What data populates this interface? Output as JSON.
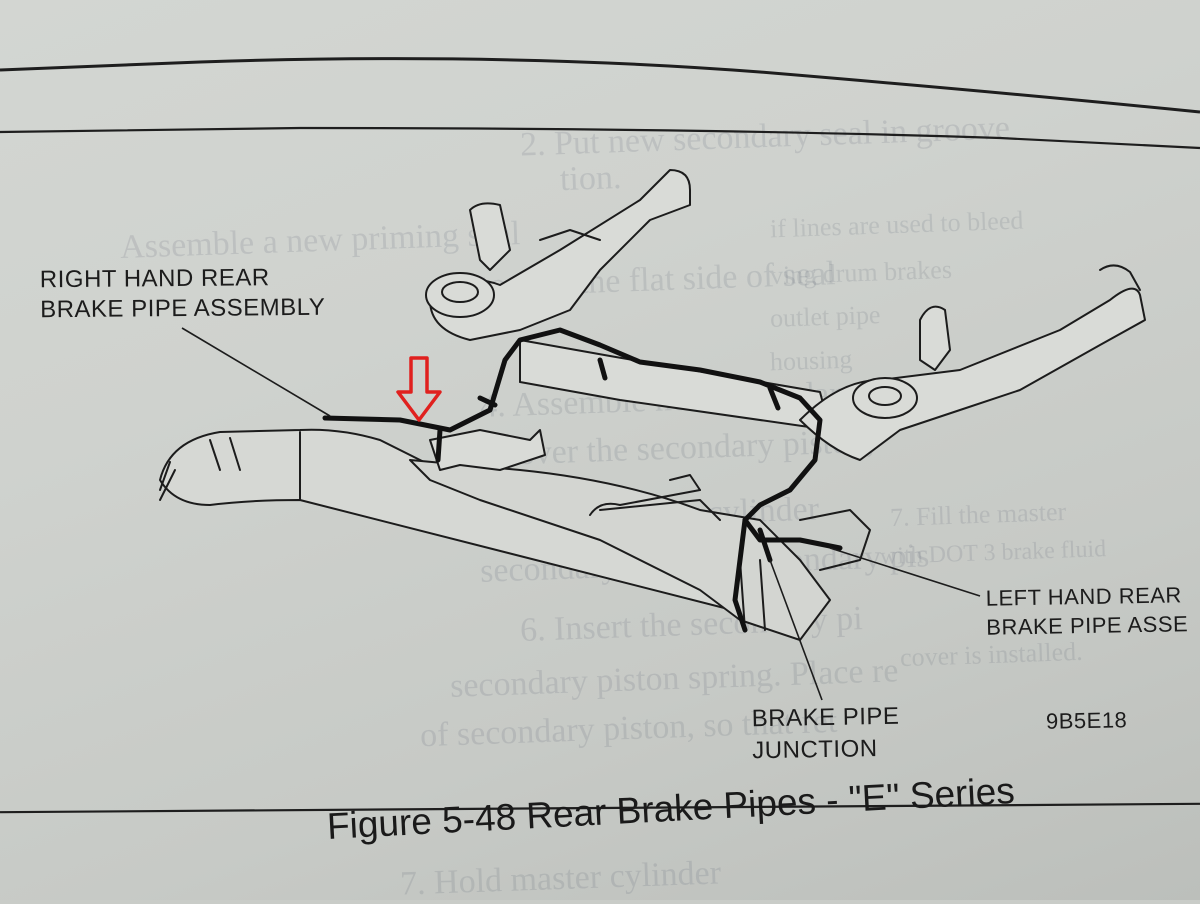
{
  "labels": {
    "right_hand": [
      "RIGHT HAND REAR",
      "BRAKE PIPE ASSEMBLY"
    ],
    "left_hand": [
      "LEFT HAND REAR",
      "BRAKE PIPE ASSE"
    ],
    "junction": [
      "BRAKE PIPE",
      "JUNCTION"
    ],
    "figure_code": "9B5E18"
  },
  "caption": "Figure 5-48 Rear Brake Pipes - \"E\" Series",
  "show_through": [
    "2. Put new secondary seal in groove",
    "tion.",
    "Assemble a new priming seal",
    "piston, so the flat side of seal",
    "4. Assemble new secondary seals",
    "and over the secondary piston,",
    "5. Gear master cylinder",
    "secondary seals on secondary pis",
    "6. Insert the secondary pi",
    "secondary piston spring. Place re",
    "of secondary piston, so that ret",
    "7. Hold master cylinder",
    "if lines are used to bleed",
    "ving drum brakes",
    "outlet pipe",
    "housing",
    "7. Fill the master",
    "with DOT 3 brake fluid",
    "cover is installed."
  ],
  "colors": {
    "paper": "#d0d3cf",
    "ink": "#1c1c1c",
    "arrow": "#e0201e"
  }
}
